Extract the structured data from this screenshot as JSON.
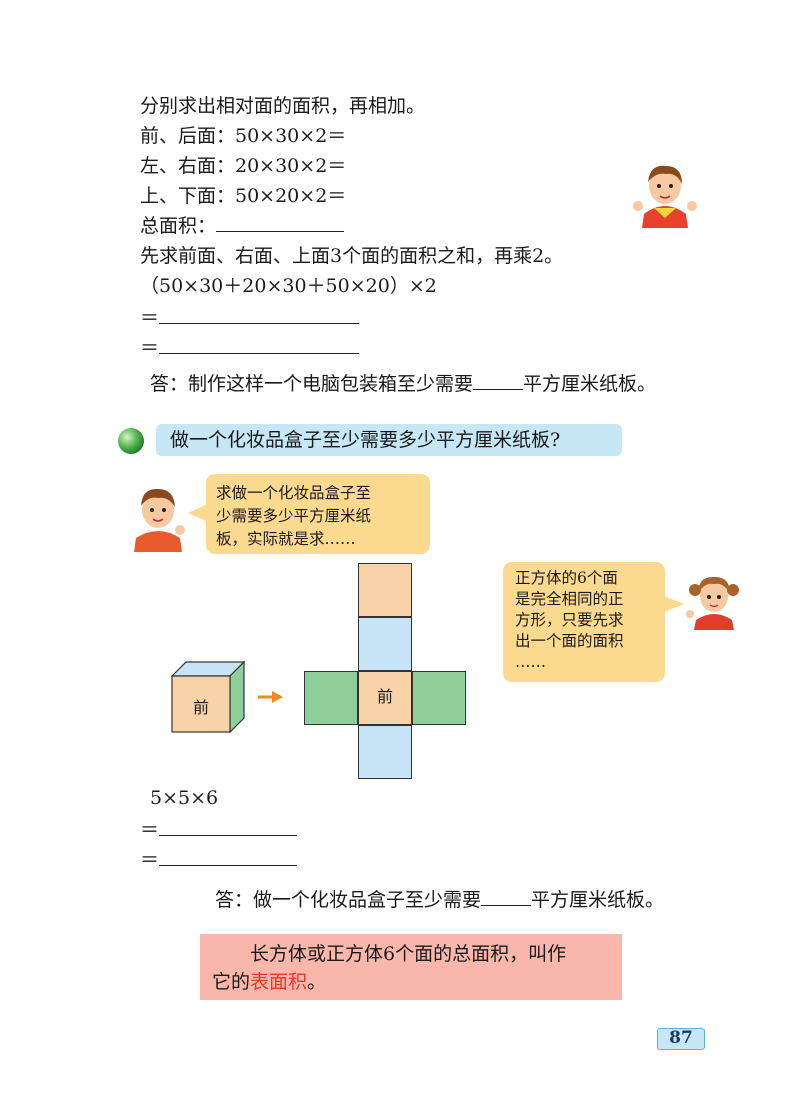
{
  "section1": {
    "intro": "分别求出相对面的面积，再相加。",
    "front_back": "前、后面：50×30×2＝",
    "left_right": "左、右面：20×30×2＝",
    "top_bottom": "上、下面：50×20×2＝",
    "total": "总面积：",
    "method2": "先求前面、右面、上面3个面的面积之和，再乘2。",
    "expr": "（50×30＋20×30＋50×20）×2",
    "eq": "＝",
    "answer_a": "答：制作这样一个电脑包装箱至少需要",
    "answer_b": "平方厘米纸板。"
  },
  "section2": {
    "question": "做一个化妆品盒子至少需要多少平方厘米纸板?",
    "bubble_boy": [
      "求做一个化妆品盒子至",
      "少需要多少平方厘米纸",
      "板，实际就是求……"
    ],
    "bubble_girl": [
      "正方体的6个面",
      "是完全相同的正",
      "方形，只要先求",
      "出一个面的面积",
      "……"
    ],
    "cube_front": "前",
    "net_front": "前",
    "expr": "5×5×6",
    "eq": "＝",
    "answer_a": "答：做一个化妆品盒子至少需要",
    "answer_b": "平方厘米纸板。"
  },
  "definition": {
    "line1": "长方体或正方体6个面的总面积，叫作",
    "line2_a": "它的",
    "line2_term": "表面积",
    "line2_b": "。"
  },
  "page_number": "87",
  "colors": {
    "speech": "#fbd98f",
    "question_bg": "#c6e7f6",
    "net_orange": "#f9d3a8",
    "net_blue": "#c7e4f7",
    "net_green": "#8fcf9c",
    "definition_bg": "#f9b7ab",
    "term_red": "#e8362a",
    "arrow": "#f08a1c"
  }
}
